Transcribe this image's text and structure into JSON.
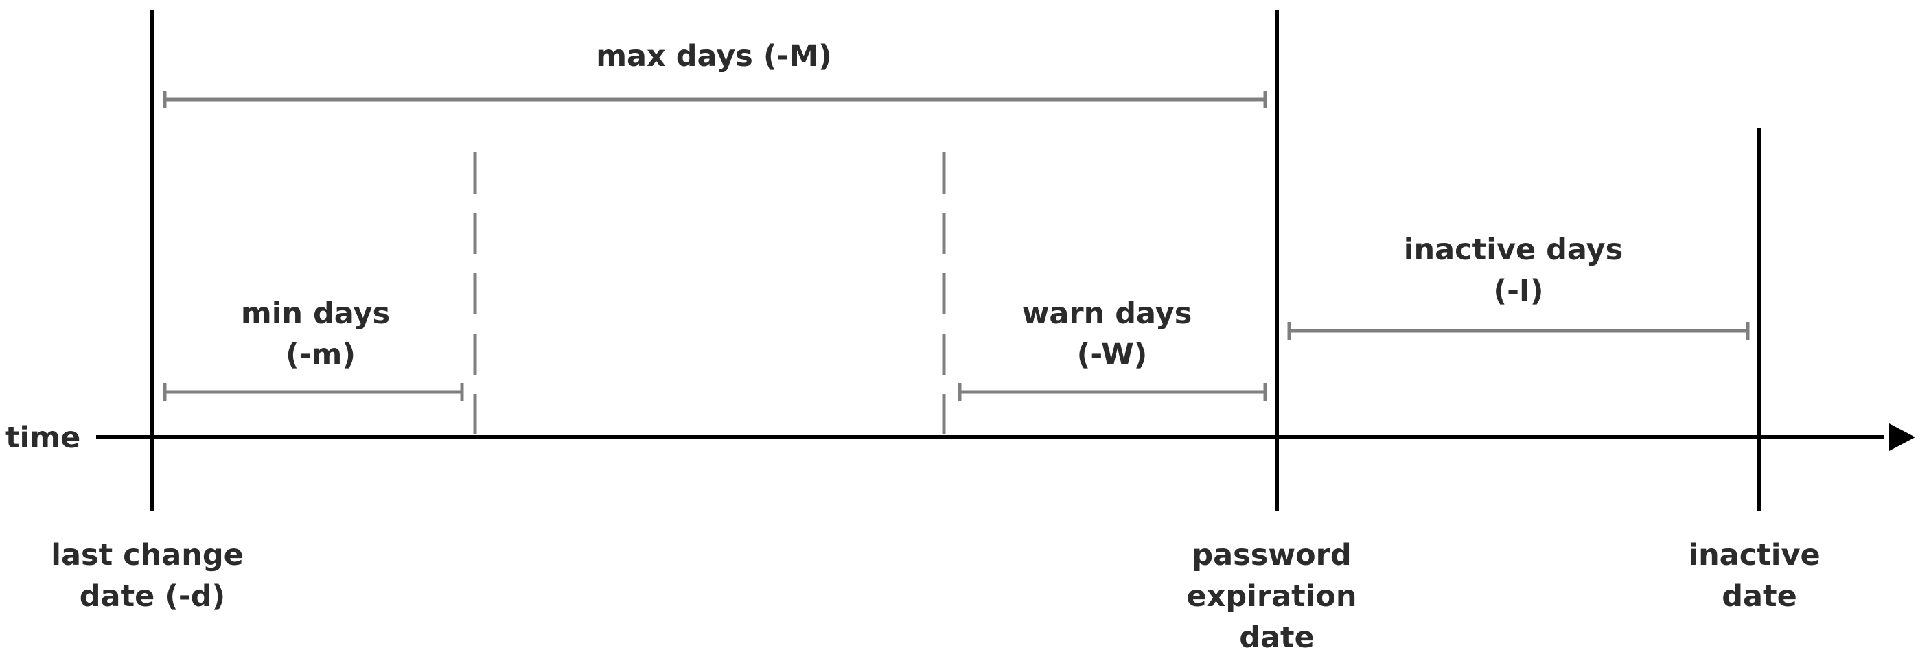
{
  "axis": {
    "label": "time"
  },
  "markers": {
    "last_change": {
      "lines": [
        "last change",
        "date (-d)"
      ]
    },
    "password_expiration": {
      "lines": [
        "password",
        "expiration",
        "date"
      ]
    },
    "inactive": {
      "lines": [
        "inactive",
        "date"
      ]
    }
  },
  "spans": {
    "max_days": {
      "lines": [
        "max days (-M)"
      ]
    },
    "min_days": {
      "lines": [
        "min days",
        "(-m)"
      ]
    },
    "warn_days": {
      "lines": [
        "warn days",
        "(-W)"
      ]
    },
    "inactive_days": {
      "lines": [
        "inactive days",
        "(-I)"
      ]
    }
  },
  "colors": {
    "major_line": "#000000",
    "span_line": "#7f7f7f",
    "text": "#2b2b2b"
  }
}
